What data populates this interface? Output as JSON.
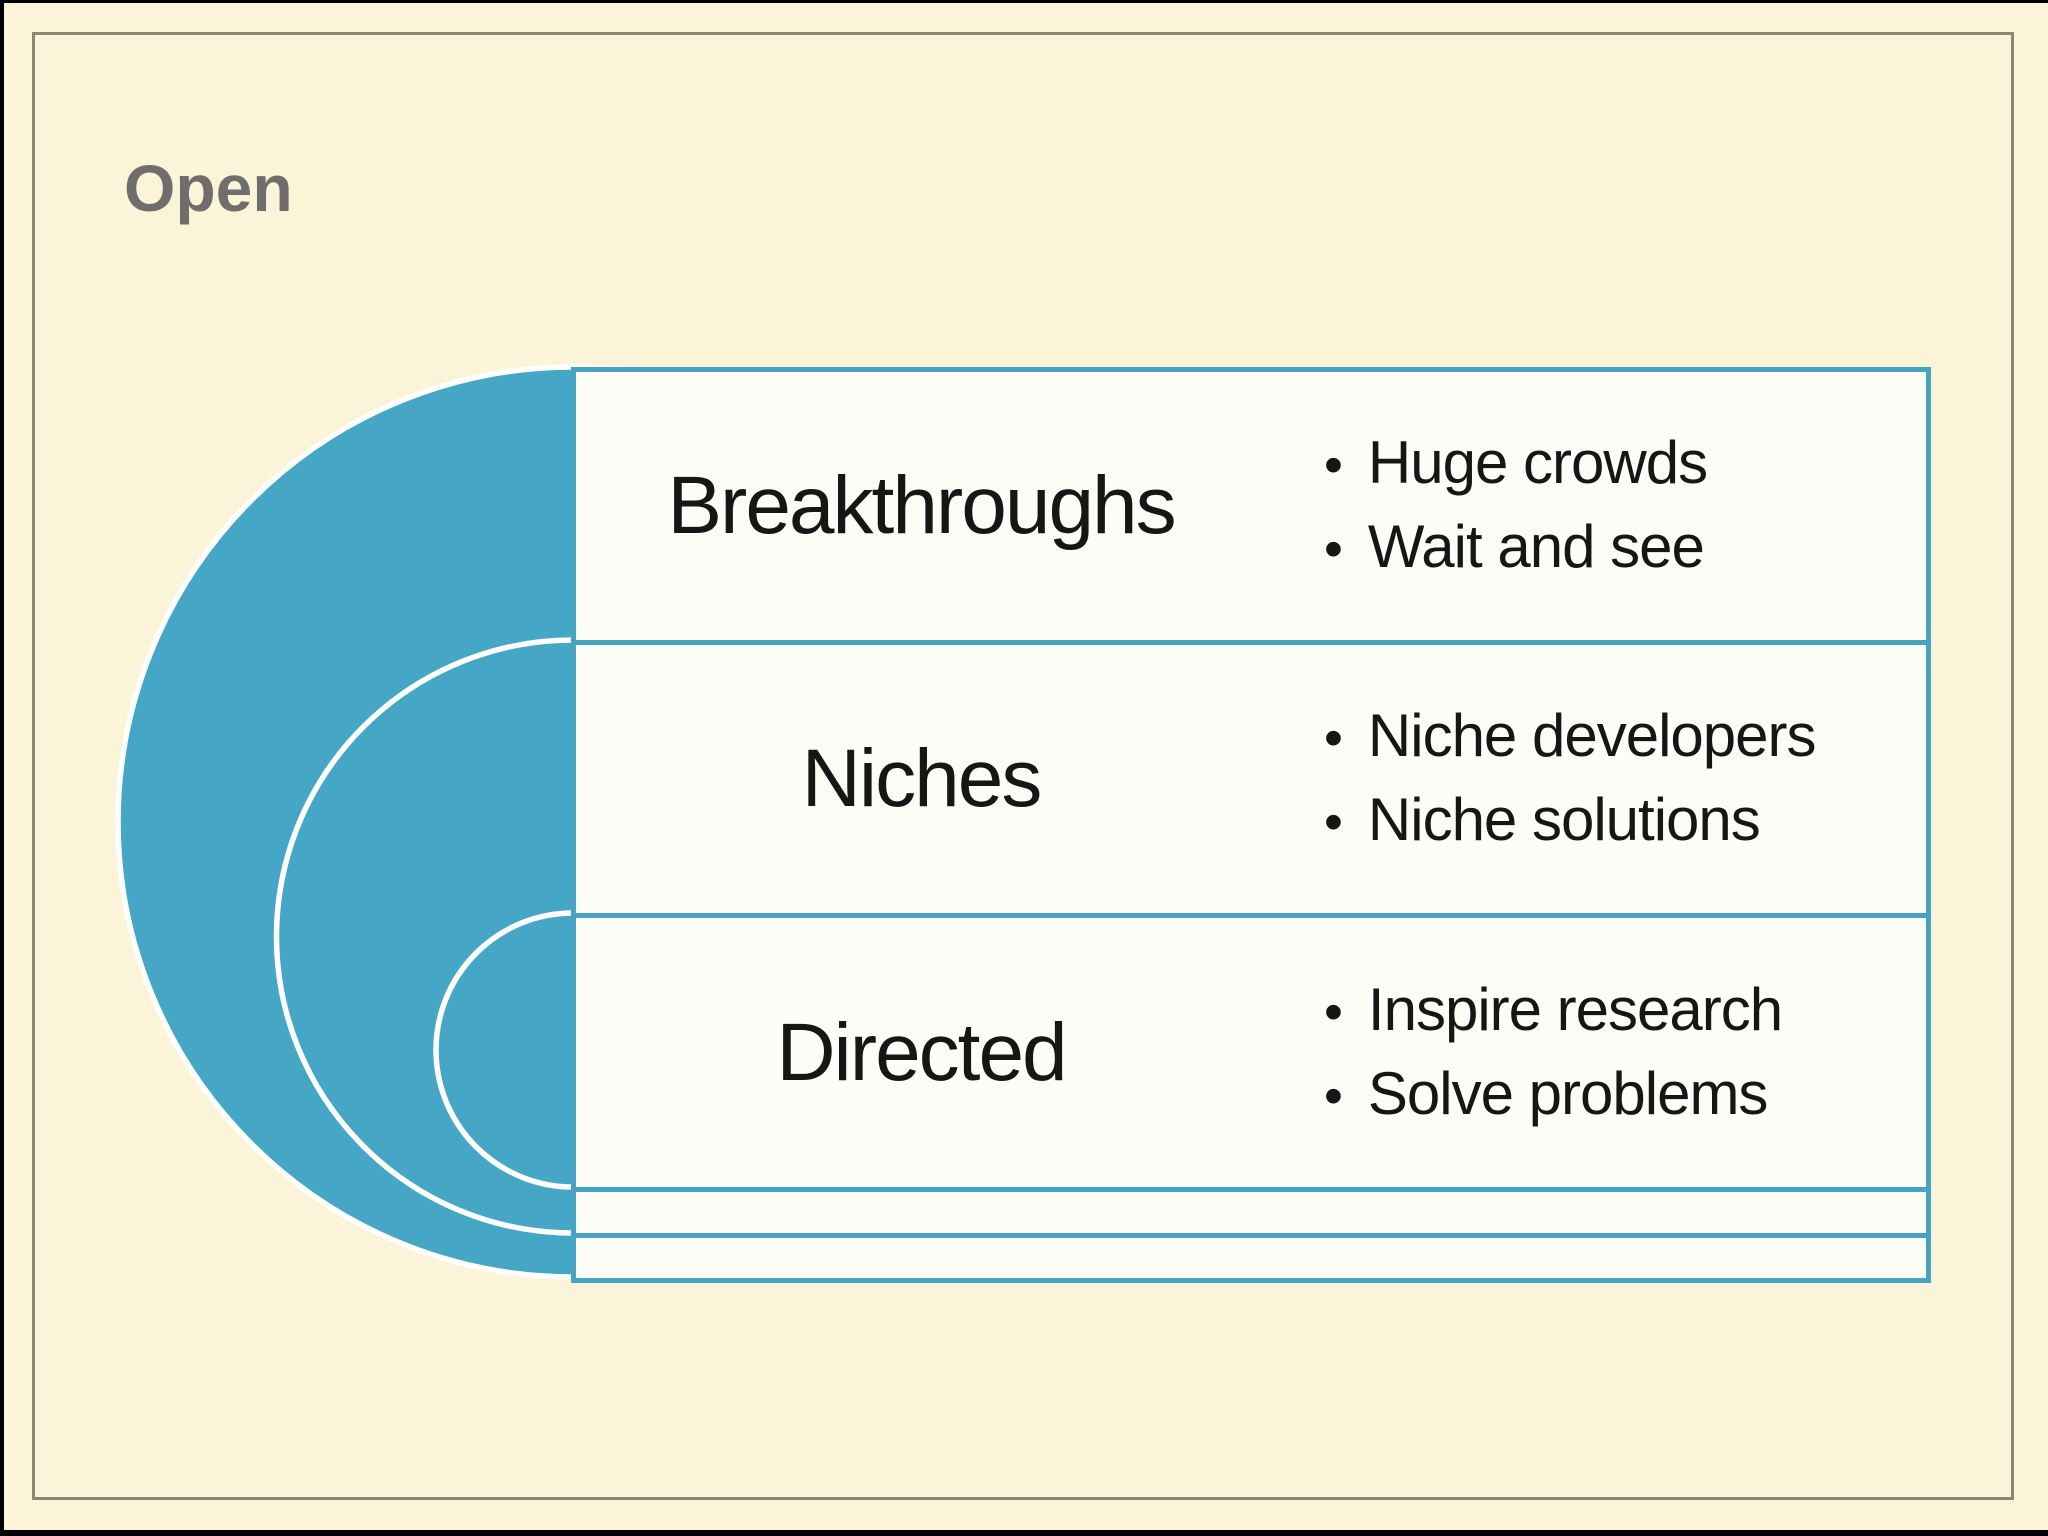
{
  "slide": {
    "title": "Open",
    "colors": {
      "background_cream": "#FBF4D9",
      "inner_border_gray": "#8B8778",
      "title_gray": "#706D6C",
      "circle_teal_fill": "#46A6C6",
      "list_border_teal": "#46A3C2",
      "row_background": "#FCFDF7",
      "text_black": "#161616",
      "circle_outline_white": "#FFFFFF",
      "outer_frame_black": "#000000"
    },
    "diagram": {
      "bullet_char": "•",
      "graphic": "three concentric teal circles nested on left edge of list",
      "rows": [
        {
          "heading": "Breakthroughs",
          "bullets": [
            "Huge crowds",
            "Wait and see"
          ]
        },
        {
          "heading": "Niches",
          "bullets": [
            "Niche developers",
            "Niche solutions"
          ]
        },
        {
          "heading": "Directed",
          "bullets": [
            "Inspire research",
            "Solve problems"
          ]
        },
        {
          "heading": "",
          "bullets": []
        },
        {
          "heading": "",
          "bullets": []
        }
      ]
    }
  }
}
